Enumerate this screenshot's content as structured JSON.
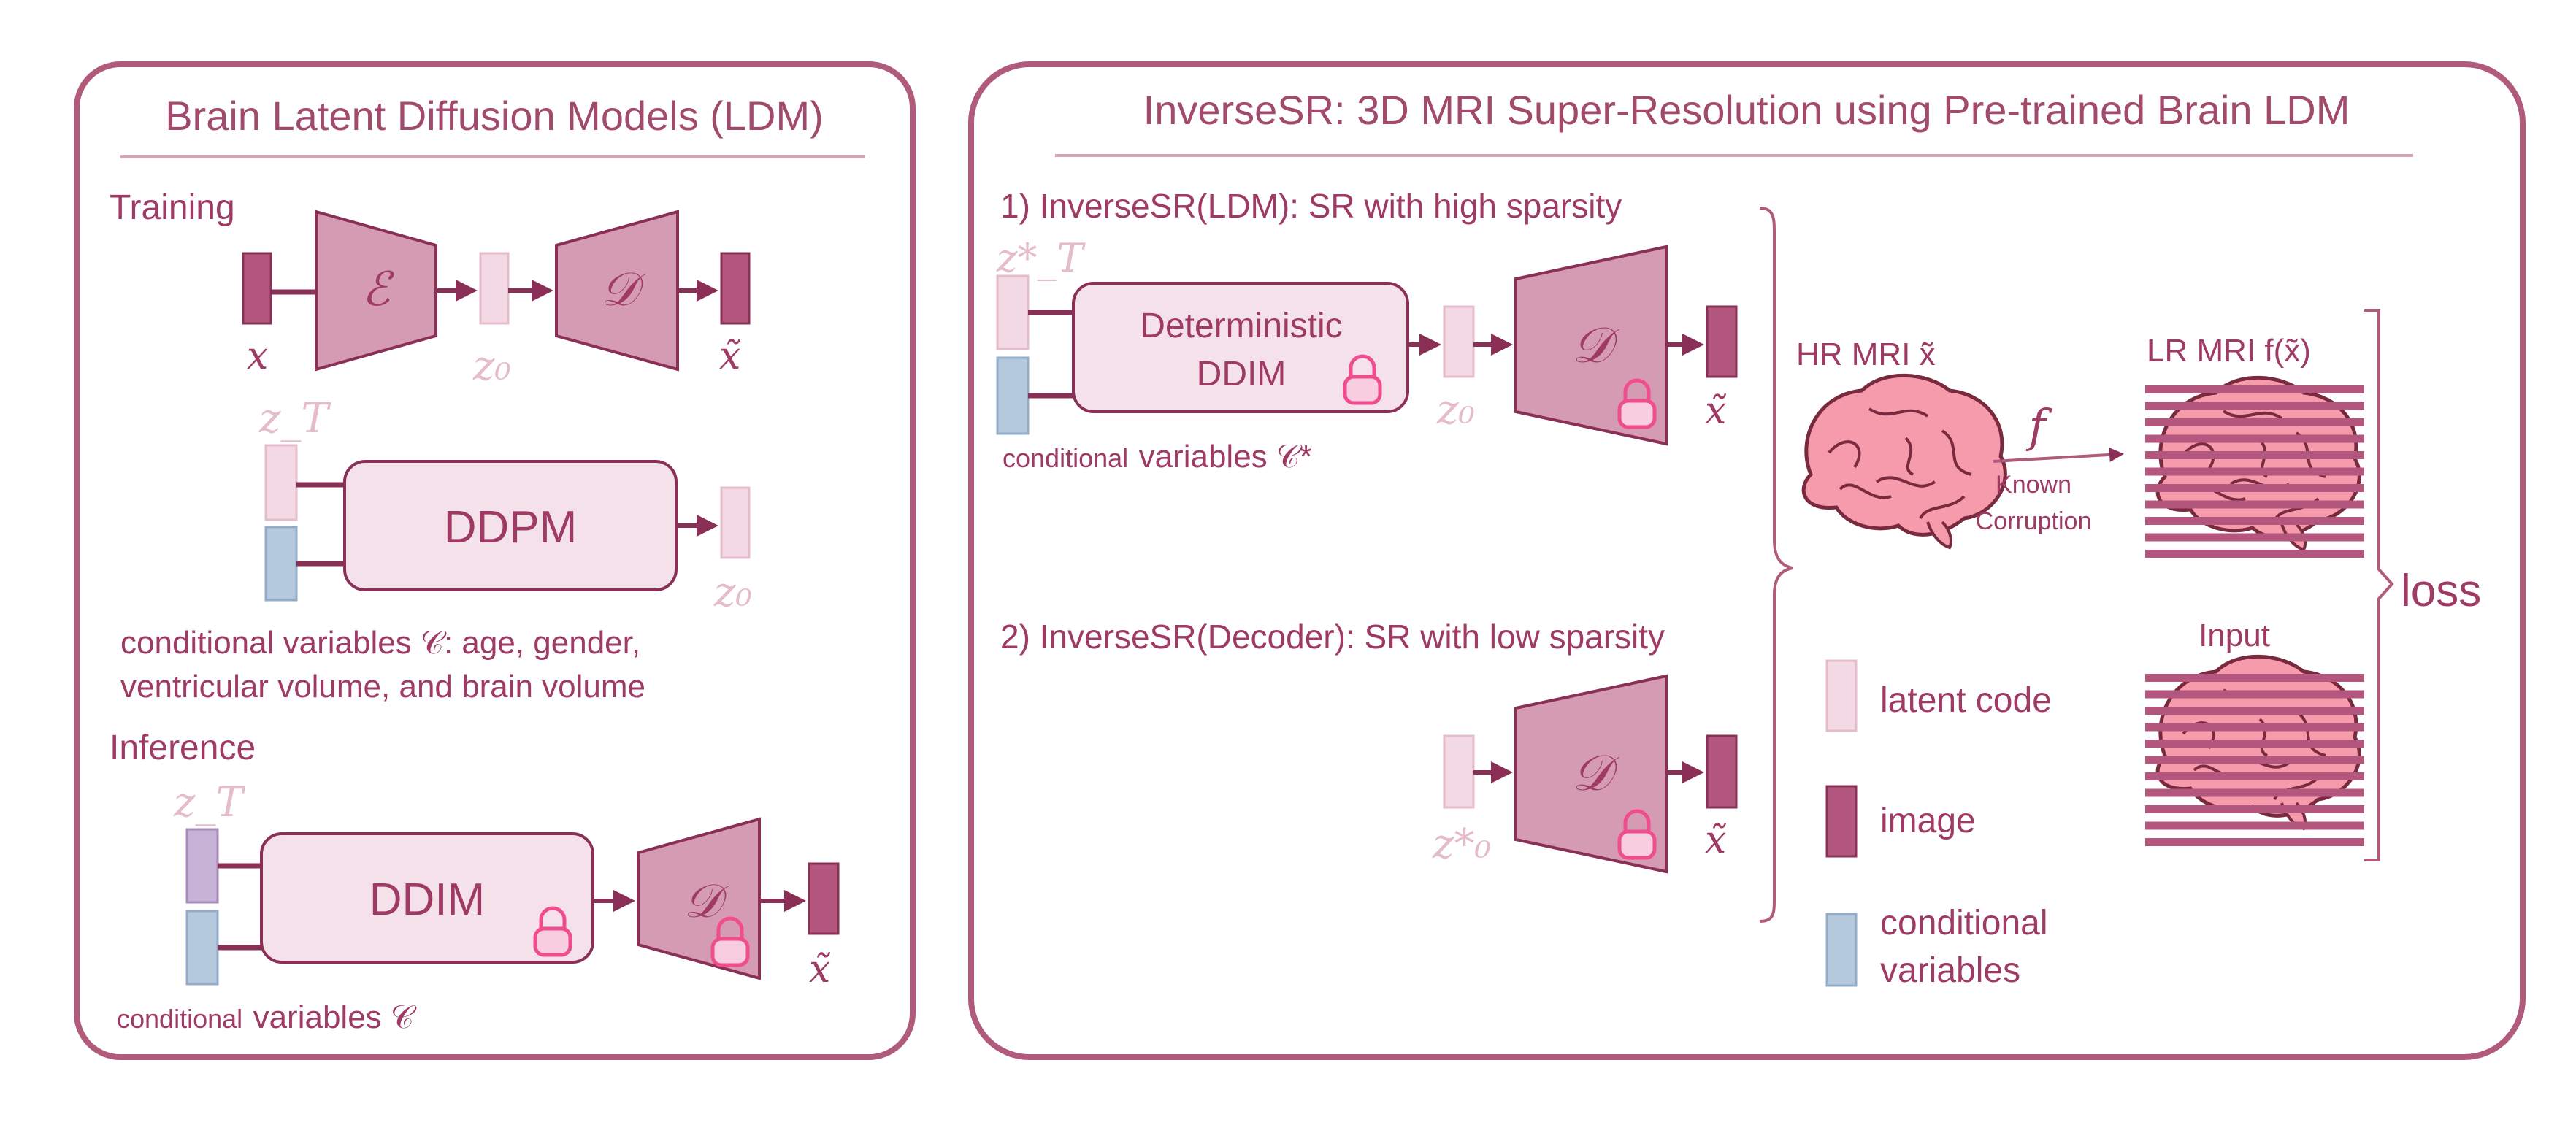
{
  "colors": {
    "frame": "#b05a7c",
    "text": "#9e3a63",
    "image_fill": "#b3577e",
    "image_stroke": "#8a2f55",
    "latent_fill": "#f2d9e3",
    "latent_stroke": "#e4bccb",
    "cond_fill": "#b5c9dd",
    "cond_stroke": "#93acc7",
    "cond_zt_fill": "#c6b3d6",
    "trap_fill": "#d49bb3",
    "trap_stroke": "#8a2f55",
    "box_fill": "#f5e1ea",
    "box_stroke": "#8a2f55",
    "lock": "#ef4d8d",
    "brain": "#f08fa3"
  },
  "left_panel": {
    "title": "Brain Latent Diffusion Models (LDM)",
    "training_label": "Training",
    "encoder_symbol": "ℰ",
    "decoder_symbol": "𝒟",
    "x_label": "x",
    "z0_label": "z₀",
    "xtilde_label": "x̃",
    "zt_label": "z_T",
    "ddpm_label": "DDPM",
    "cond_line1": "conditional variables 𝒞: age, gender,",
    "cond_line2": "ventricular volume, and brain volume",
    "inference_label": "Inference",
    "ddim_label": "DDIM",
    "cond_inference_small": "conditional",
    "cond_inference_rest": "variables 𝒞"
  },
  "right_panel": {
    "title": "InverseSR: 3D MRI Super-Resolution using Pre-trained Brain LDM",
    "method1": "1) InverseSR(LDM): SR with high sparsity",
    "method2": "2) InverseSR(Decoder): SR with low sparsity",
    "zt_star_label": "z*_T",
    "det_ddim_line1": "Deterministic",
    "det_ddim_line2": "DDIM",
    "cond_star_small": "conditional",
    "cond_star_rest": "variables 𝒞*",
    "z0_label": "z₀",
    "z0_star_label": "z*₀",
    "decoder_symbol": "𝒟",
    "xtilde_label": "x̃",
    "hr_mri": "HR MRI x̃",
    "lr_mri": "LR MRI f(x̃)",
    "f_label": "f",
    "known": "Known",
    "corruption": "Corruption",
    "input_label": "Input",
    "loss_label": "loss",
    "legend": {
      "latent": "latent code",
      "image": "image",
      "cond_line1": "conditional",
      "cond_line2": "variables"
    }
  }
}
